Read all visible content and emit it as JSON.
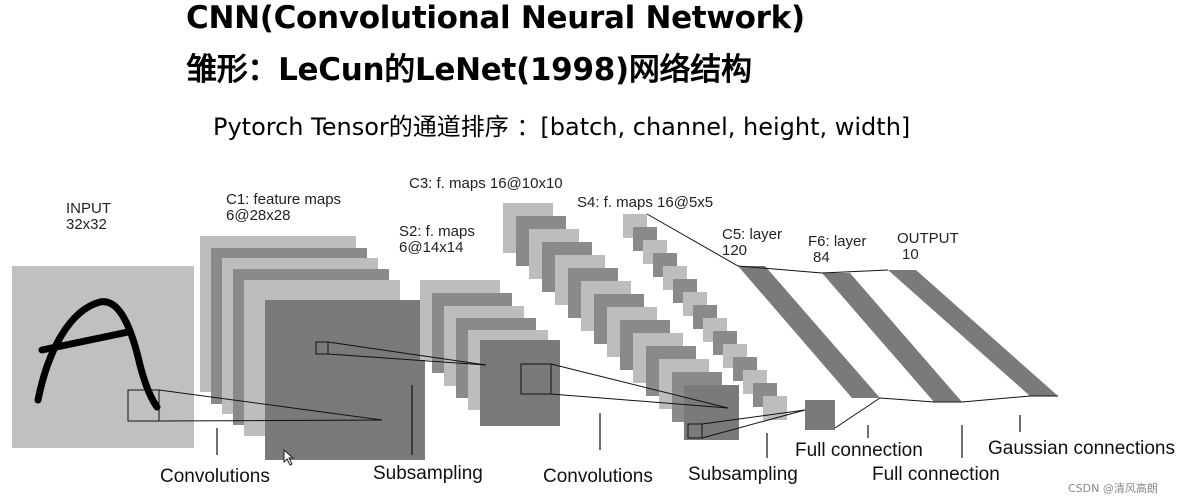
{
  "title": {
    "line1": "CNN(Convolutional Neural Network)",
    "line2": "雏形：LeCun的LeNet(1998)网络结构"
  },
  "subtitle": "Pytorch Tensor的通道排序 ：[batch, channel, height, width]",
  "layers": {
    "input": {
      "name": "INPUT",
      "size": "32x32"
    },
    "c1": {
      "name": "C1: feature maps",
      "size": "6@28x28"
    },
    "s2": {
      "name": "S2: f. maps",
      "size": "6@14x14"
    },
    "c3": {
      "name": "C3: f. maps 16@10x10"
    },
    "s4": {
      "name": "S4: f. maps 16@5x5"
    },
    "c5": {
      "name": "C5: layer",
      "size": "120"
    },
    "f6": {
      "name": "F6: layer",
      "size": "84"
    },
    "output": {
      "name": "OUTPUT",
      "size": "10"
    }
  },
  "operations": {
    "conv1": "Convolutions",
    "sub1": "Subsampling",
    "conv2": "Convolutions",
    "sub2": "Subsampling",
    "full1": "Full connection",
    "full2": "Full connection",
    "gauss": "Gaussian connections"
  },
  "watermark": "CSDN @清风高朗",
  "colors": {
    "input_bg": "#c0c0c0",
    "map_light": "#bdbdbd",
    "map_dark": "#7c7c7c",
    "band": "#7a7a7a"
  }
}
